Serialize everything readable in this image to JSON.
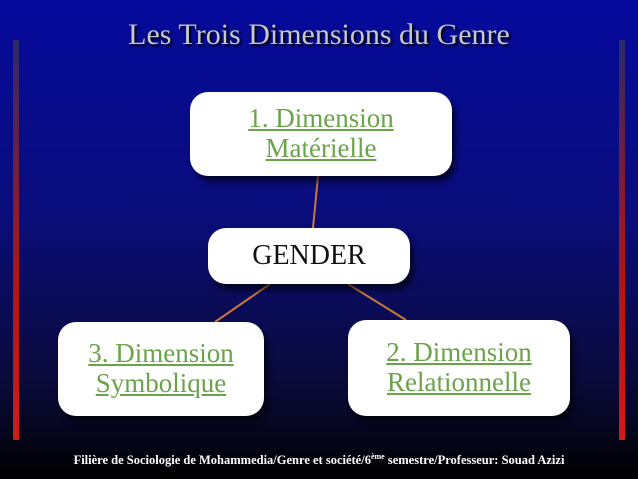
{
  "title": "Les Trois Dimensions du Genre",
  "nodes": {
    "materielle": {
      "line1": "1. Dimension",
      "line2": "Matérielle"
    },
    "center": {
      "label": "GENDER"
    },
    "relationnelle": {
      "line1": "2. Dimension",
      "line2": "Relationnelle"
    },
    "symbolique": {
      "line1": "3. Dimension",
      "line2": "Symbolique"
    }
  },
  "footer": {
    "before_sup": "Filière de Sociologie de Mohammedia/Genre et société/6",
    "sup": "ème",
    "after_sup": " semestre/Professeur: Souad Azizi"
  },
  "colors": {
    "link_text": "#6aa34a",
    "connector": "#c8783a",
    "accent_bar": "#d21a1a"
  }
}
